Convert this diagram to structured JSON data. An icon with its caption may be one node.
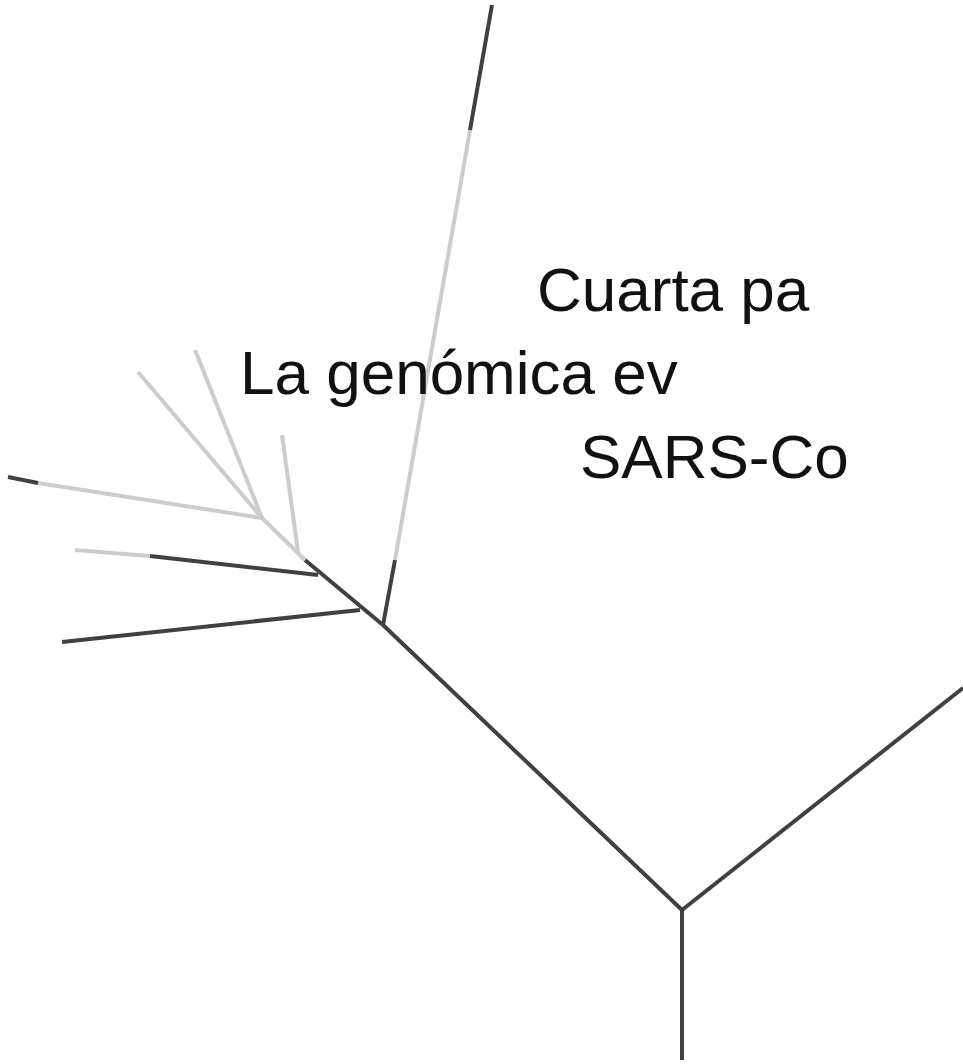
{
  "diagram": {
    "labels": [
      "Cuarta pa",
      "La genómica ev",
      "SARS-Co"
    ]
  }
}
